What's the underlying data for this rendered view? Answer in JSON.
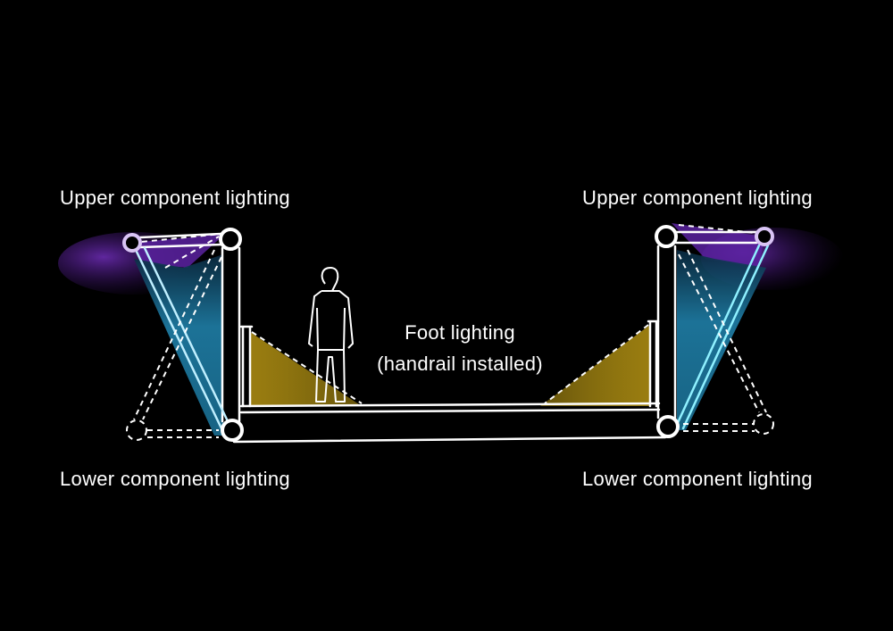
{
  "labels": {
    "upper_left": "Upper component lighting",
    "upper_right": "Upper component lighting",
    "lower_left": "Lower component lighting",
    "lower_right": "Lower component lighting",
    "foot_line1": "Foot lighting",
    "foot_line2": "(handrail installed)"
  },
  "colors": {
    "background": "#000000",
    "line": "#ffffff",
    "upper_light": "#6a2bb0",
    "lower_light": "#1f7fa8",
    "foot_light": "#c9a516",
    "joint_lilac": "#d9c4f5"
  }
}
